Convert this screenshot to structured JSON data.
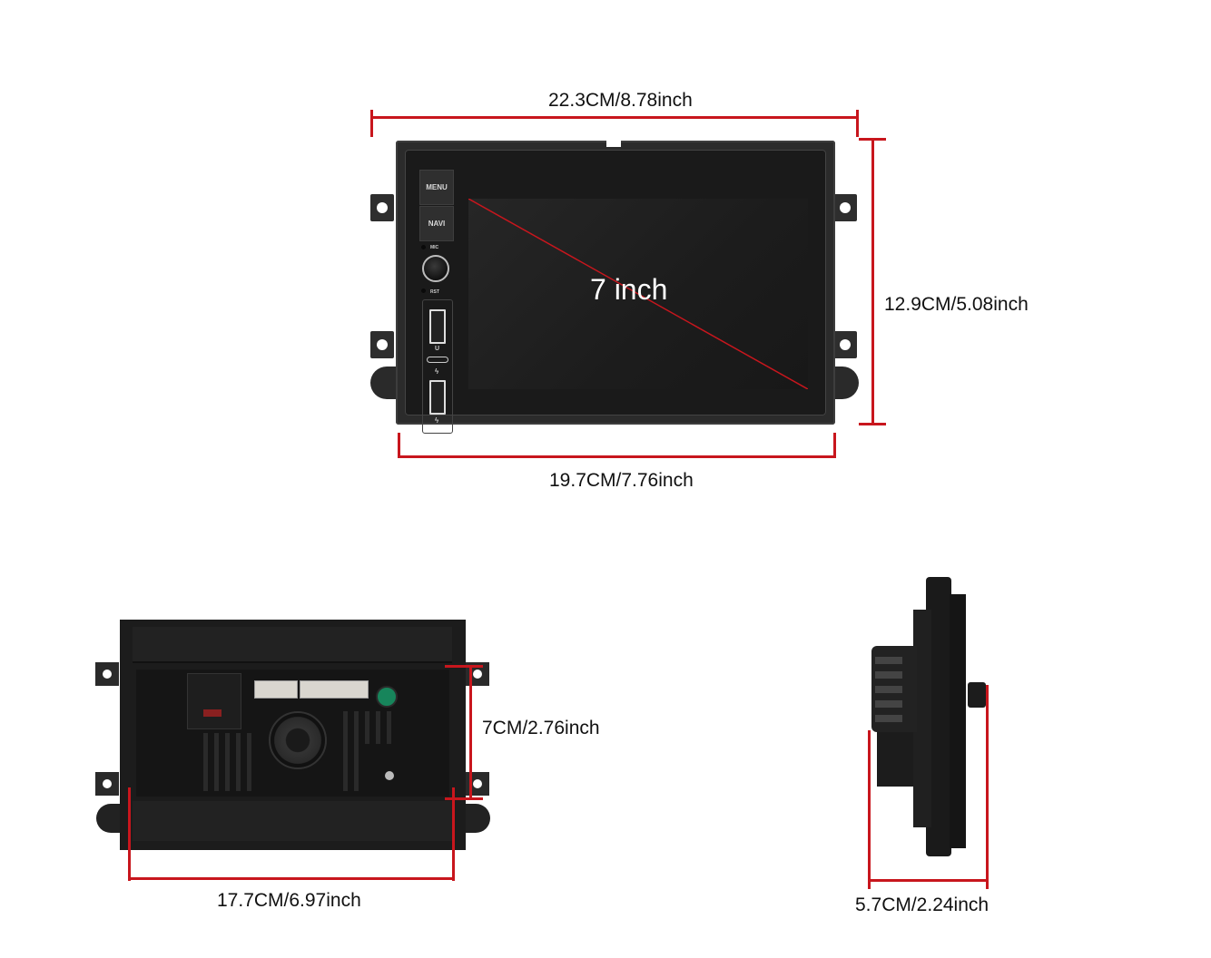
{
  "colors": {
    "dimension_line": "#c8161d",
    "background": "#ffffff",
    "device_body": "#1c1c1c",
    "label_text": "#111111",
    "screen_text": "#ffffff"
  },
  "front_view": {
    "overall_width_label": "22.3CM/8.78inch",
    "height_label": "12.9CM/5.08inch",
    "frame_width_label": "19.7CM/7.76inch",
    "screen_size_label": "7 inch",
    "buttons": {
      "menu": "MENU",
      "navi": "NAVI"
    },
    "small_labels": {
      "mic": "MIC",
      "rst": "RST",
      "usb_u": "U",
      "charge_1": "ϟ",
      "charge_2": "ϟ"
    }
  },
  "back_view": {
    "width_label": "17.7CM/6.97inch",
    "depth_label": "7CM/2.76inch"
  },
  "side_view": {
    "depth_label": "5.7CM/2.24inch"
  }
}
